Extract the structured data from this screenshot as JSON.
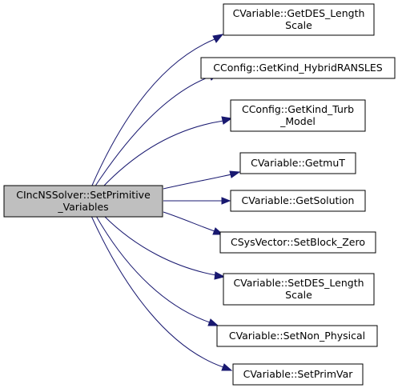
{
  "graph": {
    "root": {
      "line1": "CIncNSSolver::SetPrimitive",
      "line2": "_Variables",
      "fill": "#bfbfbf"
    },
    "callees": [
      {
        "id": "getdes",
        "line1": "CVariable::GetDES_Length",
        "line2": "Scale"
      },
      {
        "id": "hybrid",
        "line1": "CConfig::GetKind_HybridRANSLES",
        "line2": ""
      },
      {
        "id": "turb",
        "line1": "CConfig::GetKind_Turb",
        "line2": "_Model"
      },
      {
        "id": "getmut",
        "line1": "CVariable::GetmuT",
        "line2": ""
      },
      {
        "id": "getsol",
        "line1": "CVariable::GetSolution",
        "line2": ""
      },
      {
        "id": "setblock",
        "line1": "CSysVector::SetBlock_Zero",
        "line2": ""
      },
      {
        "id": "setdes",
        "line1": "CVariable::SetDES_Length",
        "line2": "Scale"
      },
      {
        "id": "nonphys",
        "line1": "CVariable::SetNon_Physical",
        "line2": ""
      },
      {
        "id": "primvar",
        "line1": "CVariable::SetPrimVar",
        "line2": ""
      }
    ],
    "edge_color": "#191970"
  }
}
